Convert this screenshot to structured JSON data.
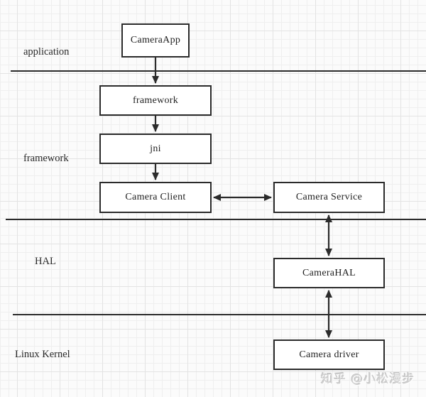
{
  "diagram": {
    "layers": [
      {
        "label": "application"
      },
      {
        "label": "framework"
      },
      {
        "label": "HAL"
      },
      {
        "label": "Linux Kernel"
      }
    ],
    "nodes": [
      {
        "label": "CameraApp"
      },
      {
        "label": "framework"
      },
      {
        "label": "jni"
      },
      {
        "label": "Camera Client"
      },
      {
        "label": "Camera Service"
      },
      {
        "label": "CameraHAL"
      },
      {
        "label": "Camera driver"
      }
    ],
    "connections": [
      {
        "from": "CameraApp",
        "to": "framework",
        "type": "single"
      },
      {
        "from": "framework",
        "to": "jni",
        "type": "single"
      },
      {
        "from": "jni",
        "to": "Camera Client",
        "type": "single"
      },
      {
        "from": "Camera Client",
        "to": "Camera Service",
        "type": "double"
      },
      {
        "from": "Camera Service",
        "to": "CameraHAL",
        "type": "double"
      },
      {
        "from": "CameraHAL",
        "to": "Camera driver",
        "type": "double"
      }
    ],
    "watermark": "知乎 @小松漫步",
    "colors": {
      "stroke": "#2b2b2b",
      "box_fill": "#ffffff",
      "background": "#fbfbfb",
      "grid_minor": "#efefef",
      "grid_major": "#e3e3e3",
      "watermark": "#cfcfcf"
    }
  }
}
